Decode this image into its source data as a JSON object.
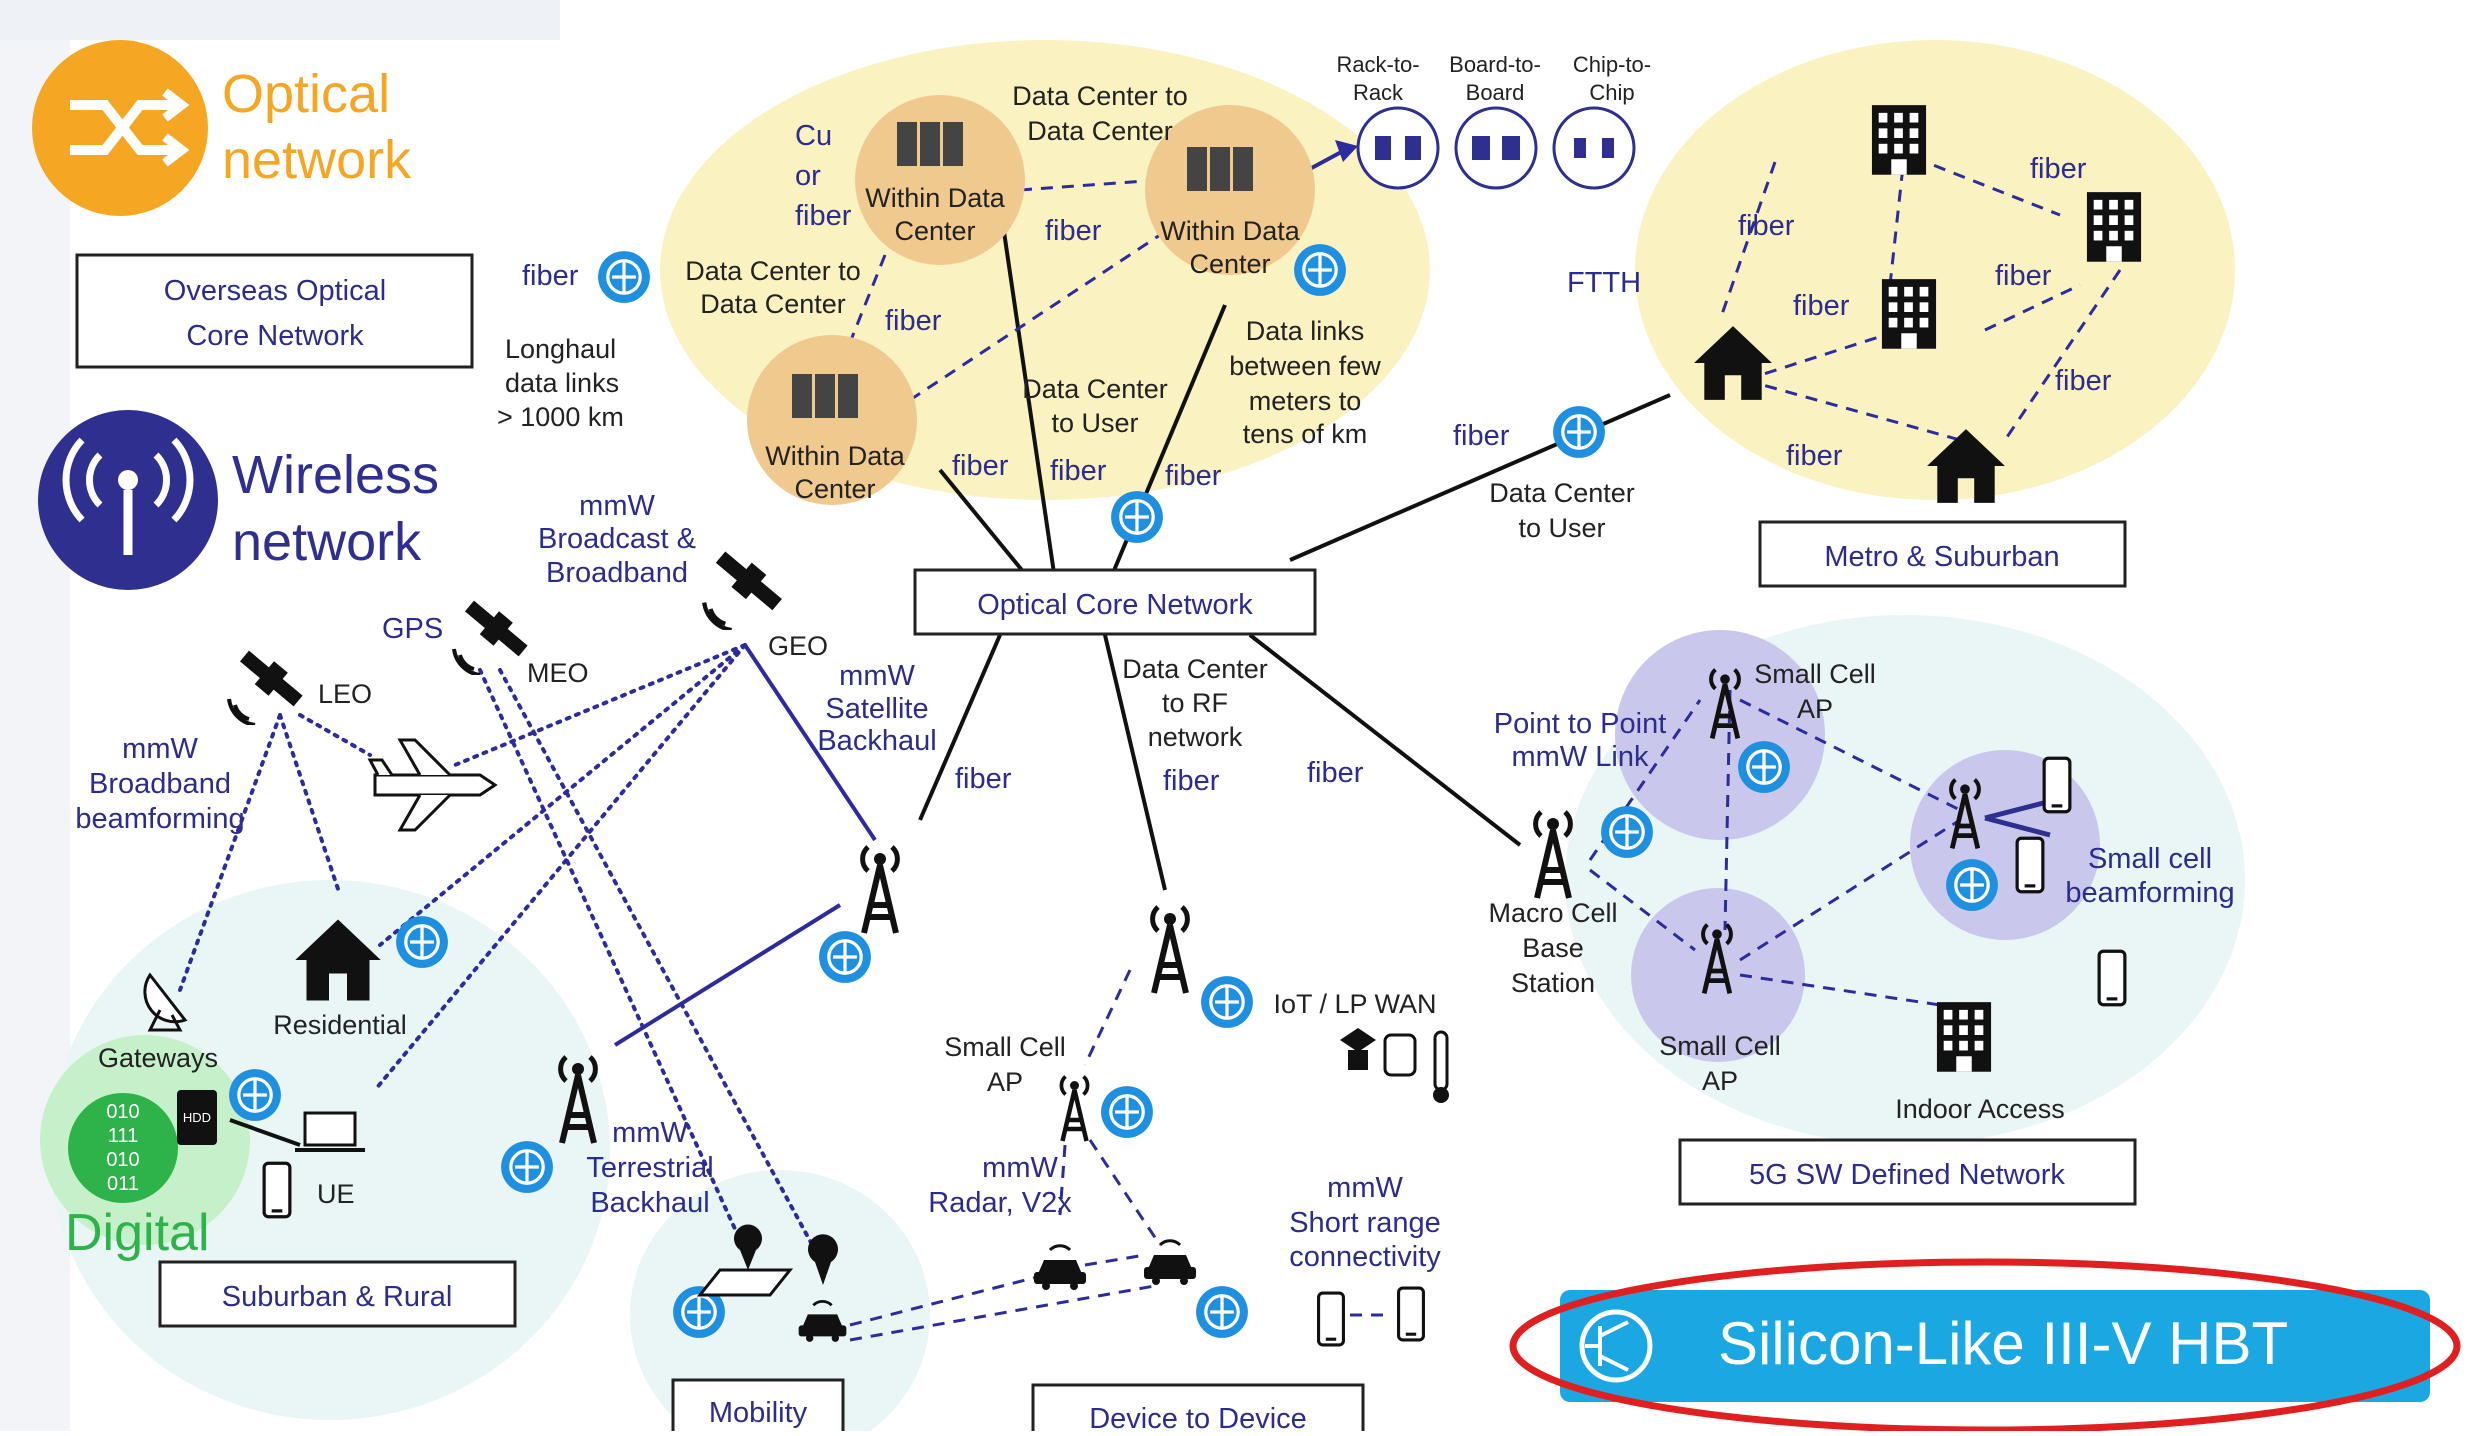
{
  "colors": {
    "accent_blue": "#1f7fd0",
    "wireless_blue": "#2e2f8f",
    "optical_orange": "#f5a623",
    "digital_green": "#2db34a",
    "highlight_red": "#e02020",
    "cyan_badge": "#1aa7e2"
  },
  "legend": {
    "optical": "Optical\nnetwork",
    "optical_line1": "Optical",
    "optical_line2": "network",
    "wireless_line1": "Wireless",
    "wireless_line2": "network",
    "digital": "Digital"
  },
  "boxes": {
    "overseas_1": "Overseas Optical",
    "overseas_2": "Core Network",
    "optical_core": "Optical Core Network",
    "metro": "Metro & Suburban",
    "fiveg": "5G SW Defined Network",
    "suburban": "Suburban & Rural",
    "mobility": "Mobility",
    "d2d": "Device to Device",
    "hbt": "Silicon-Like III-V HBT"
  },
  "datacenter": {
    "cu": "Cu",
    "or": "or",
    "fiber": "fiber",
    "within1_a": "Within Data",
    "within1_b": "Center",
    "within2_a": "Within Data",
    "within2_b": "Center",
    "within3_a": "Within Data",
    "within3_b": "Center",
    "dc2dc_top_a": "Data Center to",
    "dc2dc_top_b": "Data Center",
    "dc2dc_left_a": "Data Center to",
    "dc2dc_left_b": "Data Center",
    "dc2user_a": "Data Center",
    "dc2user_b": "to User",
    "links_a": "Data links",
    "links_b": "between few",
    "links_c": "meters to",
    "links_d": "tens of km",
    "rack_a": "Rack-to-",
    "rack_b": "Rack",
    "board_a": "Board-to-",
    "board_b": "Board",
    "chip_a": "Chip-to-",
    "chip_b": "Chip"
  },
  "labels": {
    "fiber": "fiber",
    "longhaul_a": "Longhaul",
    "longhaul_b": "data links",
    "longhaul_c": "> 1000 km",
    "ftth": "FTTH",
    "dc_user_a": "Data Center",
    "dc_user_b": "to User",
    "mmw_bcast_a": "mmW",
    "mmw_bcast_b": "Broadcast &",
    "mmw_bcast_c": "Broadband",
    "gps": "GPS",
    "meo": "MEO",
    "leo": "LEO",
    "geo": "GEO",
    "mmw_sat_a": "mmW",
    "mmw_sat_b": "Satellite",
    "mmw_sat_c": "Backhaul",
    "mmw_bb_a": "mmW",
    "mmw_bb_b": "Broadband",
    "mmw_bb_c": "beamforming",
    "dc_rf_a": "Data Center",
    "dc_rf_b": "to RF",
    "dc_rf_c": "network",
    "small_cell_ap_a": "Small Cell",
    "small_cell_ap_b": "AP",
    "ptp_a": "Point to Point",
    "ptp_b": "mmW Link",
    "macro_a": "Macro Cell",
    "macro_b": "Base",
    "macro_c": "Station",
    "small_bf_a": "Small cell",
    "small_bf_b": "beamforming",
    "indoor": "Indoor Access",
    "iot": "IoT / LP WAN",
    "residential": "Residential",
    "gateways": "Gateways",
    "ue": "UE",
    "hdd": "HDD",
    "bits": [
      "010",
      "111",
      "010",
      "011"
    ],
    "mmw_terr_a": "mmW",
    "mmw_terr_b": "Terrestrial",
    "mmw_terr_c": "Backhaul",
    "mmw_radar_a": "mmW",
    "mmw_radar_b": "Radar, V2x",
    "mmw_short_a": "mmW",
    "mmw_short_b": "Short range",
    "mmw_short_c": "connectivity"
  }
}
